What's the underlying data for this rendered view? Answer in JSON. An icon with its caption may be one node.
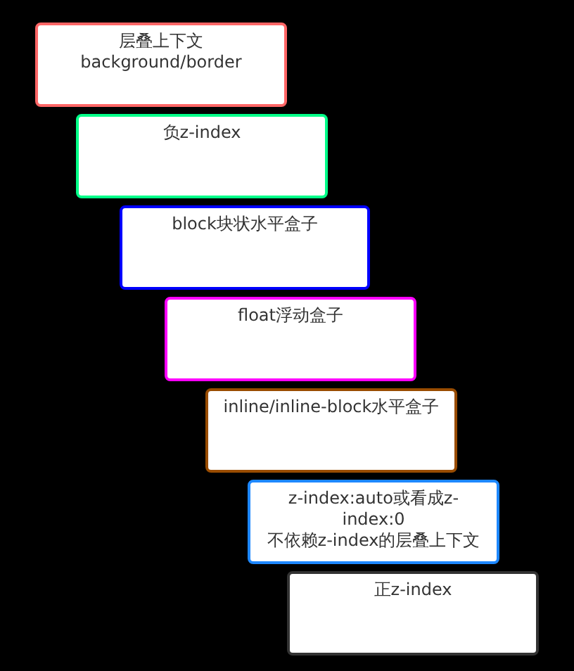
{
  "diagram": {
    "nodes": [
      {
        "text": [
          "层叠上下文",
          "background/border"
        ]
      },
      {
        "text": [
          "负z-index"
        ]
      },
      {
        "text": [
          "block块状水平盒子"
        ]
      },
      {
        "text": [
          "float浮动盒子"
        ]
      },
      {
        "text": [
          "inline/inline-block水平盒子"
        ]
      },
      {
        "text": [
          "z-index:auto或看成z-index:0",
          "不依赖z-index的层叠上下文"
        ]
      },
      {
        "text": [
          "正z-index"
        ]
      }
    ]
  }
}
